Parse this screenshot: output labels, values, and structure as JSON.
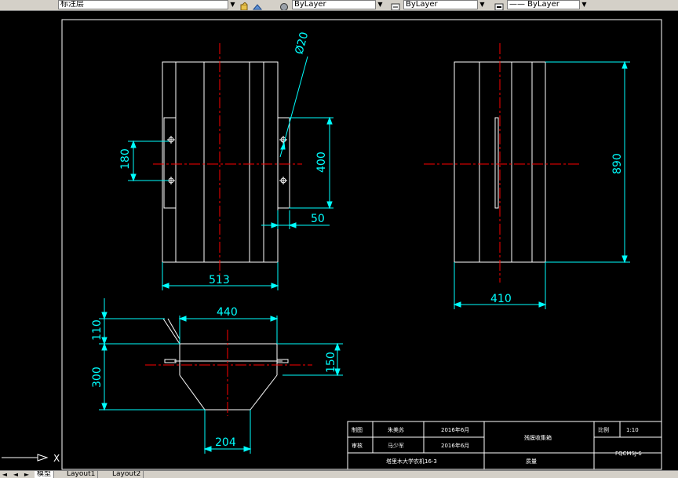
{
  "toolbar": {
    "layer_value": "标注层",
    "linetype_value": "ByLayer",
    "lineweight_value": "—— ByLayer",
    "color_value": "ByLayer"
  },
  "drawing": {
    "front_view": {
      "phi_label": "Ø20",
      "dim_180": "180",
      "dim_400": "400",
      "dim_50": "50",
      "dim_513": "513"
    },
    "side_view": {
      "dim_890": "890",
      "dim_410": "410"
    },
    "bottom_view": {
      "dim_440": "440",
      "dim_110": "110",
      "dim_300": "300",
      "dim_150": "150",
      "dim_204": "204"
    },
    "title_block": {
      "row1_role": "制图",
      "row1_name": "朱美苏",
      "row1_date": "2016年6月",
      "row2_role": "审核",
      "row2_name": "马少军",
      "row2_date": "2016年6月",
      "drawing_title": "残膜收集箱",
      "scale_label": "比例",
      "scale_value": "1:10",
      "drawing_number": "FQCMSJ-6",
      "org": "塔里木大学农机16-3",
      "quantity_label": "质量"
    }
  },
  "tabs": {
    "model": "模型",
    "layout1": "Layout1",
    "layout2": "Layout2"
  },
  "colors": {
    "outline": "#ffffff",
    "dimension": "#00ffff",
    "centerline": "#ff0000",
    "background": "#000000"
  }
}
